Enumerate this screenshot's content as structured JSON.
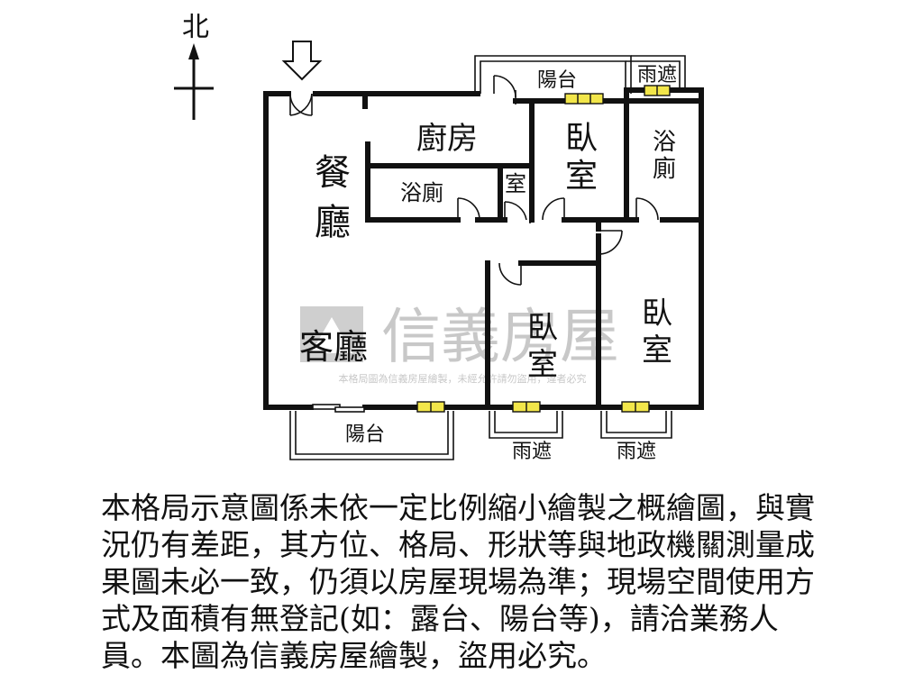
{
  "compass": {
    "north_label": "北"
  },
  "rooms": {
    "dining": [
      "餐",
      "廳"
    ],
    "living": "客廳",
    "kitchen": "廚房",
    "bath_left": "浴廁",
    "small_room": "室",
    "bedroom_top": [
      "臥",
      "室"
    ],
    "bath_right": [
      "浴",
      "廁"
    ],
    "bedroom_middle": [
      "臥",
      "室"
    ],
    "bedroom_right": [
      "臥",
      "室"
    ],
    "balcony_top": "陽台",
    "awning_top": "雨遮",
    "balcony_bottom": "陽台",
    "awning_bottom_left": "雨遮",
    "awning_bottom_right": "雨遮"
  },
  "watermark": {
    "brand": "信義房屋",
    "notice": "本格局圖為信義房屋繪製，未經允許請勿盜用，違者必究"
  },
  "disclaimer": "本格局示意圖係未依一定比例縮小繪製之概繪圖，與實況仍有差距，其方位、格局、形狀等與地政機關測量成果圖未必一致，仍須以房屋現場為準；現場空間使用方式及面積有無登記(如：露台、陽台等)，請洽業務人員。本圖為信義房屋繪製，盜用必究。",
  "colors": {
    "wall": "#111111",
    "window_fill": "#f2e64a",
    "watermark": "#c8c8c8"
  }
}
